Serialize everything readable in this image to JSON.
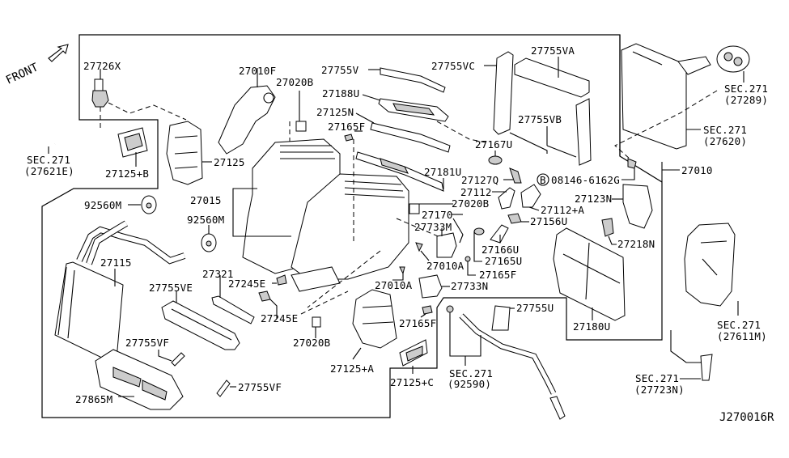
{
  "diagram": {
    "title": "Heater & Blower Unit Parts Diagram",
    "front_label": "FRONT",
    "diagram_code": "J270016R",
    "bolt_marker": "B",
    "callouts": [
      {
        "id": "27726X",
        "text": "27726X"
      },
      {
        "id": "sec271-27621e-a",
        "text": "SEC.271"
      },
      {
        "id": "sec271-27621e-b",
        "text": "(27621E)"
      },
      {
        "id": "27125+B",
        "text": "27125+B"
      },
      {
        "id": "27125",
        "text": "27125"
      },
      {
        "id": "27010F",
        "text": "27010F"
      },
      {
        "id": "27020B-top",
        "text": "27020B"
      },
      {
        "id": "27755V",
        "text": "27755V"
      },
      {
        "id": "27188U",
        "text": "27188U"
      },
      {
        "id": "27125N",
        "text": "27125N"
      },
      {
        "id": "27165F-top",
        "text": "27165F"
      },
      {
        "id": "27755VC",
        "text": "27755VC"
      },
      {
        "id": "27755VA",
        "text": "27755VA"
      },
      {
        "id": "27755VB",
        "text": "27755VB"
      },
      {
        "id": "27167U",
        "text": "27167U"
      },
      {
        "id": "27181U",
        "text": "27181U"
      },
      {
        "id": "27127Q",
        "text": "27127Q"
      },
      {
        "id": "27112",
        "text": "27112"
      },
      {
        "id": "27112+A",
        "text": "27112+A"
      },
      {
        "id": "27020B-mid",
        "text": "27020B"
      },
      {
        "id": "27170",
        "text": "27170"
      },
      {
        "id": "27733M",
        "text": "27733M"
      },
      {
        "id": "27156U",
        "text": "27156U"
      },
      {
        "id": "27166U",
        "text": "27166U"
      },
      {
        "id": "27165U",
        "text": "27165U"
      },
      {
        "id": "27010A-right",
        "text": "27010A"
      },
      {
        "id": "27165F-mid",
        "text": "27165F"
      },
      {
        "id": "27010A-left",
        "text": "27010A"
      },
      {
        "id": "27733N",
        "text": "27733N"
      },
      {
        "id": "27165F-low",
        "text": "27165F"
      },
      {
        "id": "08146-6162G",
        "text": "08146-6162G"
      },
      {
        "id": "27123N",
        "text": "27123N"
      },
      {
        "id": "27218N",
        "text": "27218N"
      },
      {
        "id": "27010",
        "text": "27010"
      },
      {
        "id": "sec271-27289-a",
        "text": "SEC.271"
      },
      {
        "id": "sec271-27289-b",
        "text": "(27289)"
      },
      {
        "id": "sec271-27620-a",
        "text": "SEC.271"
      },
      {
        "id": "sec271-27620-b",
        "text": "(27620)"
      },
      {
        "id": "27015",
        "text": "27015"
      },
      {
        "id": "92560M-left",
        "text": "92560M"
      },
      {
        "id": "92560M-right",
        "text": "92560M"
      },
      {
        "id": "27115",
        "text": "27115"
      },
      {
        "id": "27321",
        "text": "27321"
      },
      {
        "id": "27245E-top",
        "text": "27245E"
      },
      {
        "id": "27245E-low",
        "text": "27245E"
      },
      {
        "id": "27755VE",
        "text": "27755VE"
      },
      {
        "id": "27020B-low",
        "text": "27020B"
      },
      {
        "id": "27755VF-top",
        "text": "27755VF"
      },
      {
        "id": "27755VF-low",
        "text": "27755VF"
      },
      {
        "id": "27865M",
        "text": "27865M"
      },
      {
        "id": "27125+A",
        "text": "27125+A"
      },
      {
        "id": "27125+C",
        "text": "27125+C"
      },
      {
        "id": "27755U",
        "text": "27755U"
      },
      {
        "id": "sec271-92590-a",
        "text": "SEC.271"
      },
      {
        "id": "sec271-92590-b",
        "text": "(92590)"
      },
      {
        "id": "27180U",
        "text": "27180U"
      },
      {
        "id": "sec271-27611m-a",
        "text": "SEC.271"
      },
      {
        "id": "sec271-27611m-b",
        "text": "(27611M)"
      },
      {
        "id": "sec271-27723n-a",
        "text": "SEC.271"
      },
      {
        "id": "sec271-27723n-b",
        "text": "(27723N)"
      }
    ]
  }
}
